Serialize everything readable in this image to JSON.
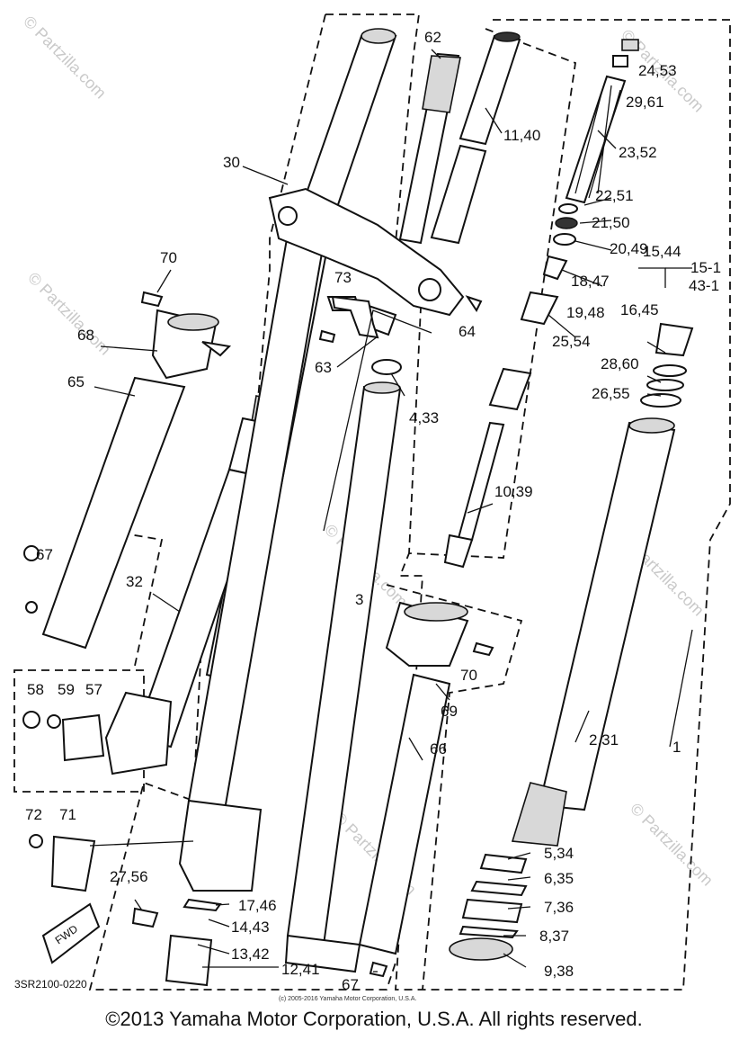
{
  "diagram_code": "3SR2100-0220",
  "small_copyright": "(c) 2005-2016 Yamaha Motor Corporation, U.S.A.",
  "copyright": "©2013 Yamaha Motor Corporation, U.S.A. All rights reserved.",
  "watermark": "© Partzilla.com",
  "fwd_label": "FWD",
  "callouts": {
    "c1": "1",
    "c3": "3",
    "c2_31": "2,31",
    "c4_33": "4,33",
    "c5_34": "5,34",
    "c6_35": "6,35",
    "c7_36": "7,36",
    "c8_37": "8,37",
    "c9_38": "9,38",
    "c10_39": "10,39",
    "c11_40": "11,40",
    "c12_41": "12,41",
    "c13_42": "13,42",
    "c14_43": "14,43",
    "c15_44": "15,44",
    "c15_1": "15-1",
    "c43_1": "43-1",
    "c16_45": "16,45",
    "c17_46": "17,46",
    "c18_47": "18,47",
    "c19_48": "19,48",
    "c20_49": "20,49",
    "c21_50": "21,50",
    "c22_51": "22,51",
    "c23_52": "23,52",
    "c24_53": "24,53",
    "c25_54": "25,54",
    "c26_55": "26,55",
    "c27_56": "27,56",
    "c28_60": "28,60",
    "c29_61": "29,61",
    "c30": "30",
    "c32": "32",
    "c57": "57",
    "c58": "58",
    "c59": "59",
    "c62": "62",
    "c63": "63",
    "c64": "64",
    "c65": "65",
    "c66": "66",
    "c67a": "67",
    "c67b": "67",
    "c68": "68",
    "c69": "69",
    "c70a": "70",
    "c70b": "70",
    "c71": "71",
    "c72": "72",
    "c73": "73"
  }
}
